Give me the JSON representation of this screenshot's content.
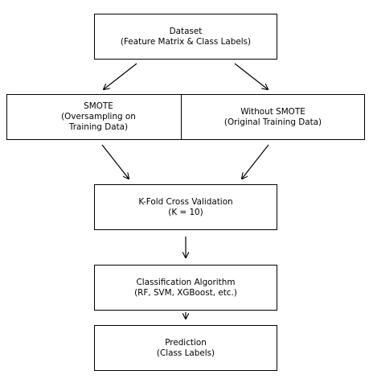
{
  "nodes": {
    "dataset": {
      "lines": [
        "Dataset",
        "(Feature Matrix & Class Labels)"
      ]
    },
    "smote": {
      "lines": [
        "SMOTE",
        "(Oversampling on",
        "Training Data)"
      ]
    },
    "without_smote": {
      "lines": [
        "Without SMOTE",
        "(Original Training Data)"
      ]
    },
    "kfold": {
      "lines": [
        "K-Fold Cross Validation",
        "(K = 10)"
      ]
    },
    "classification": {
      "lines": [
        "Classification Algorithm",
        "(RF, SVM, XGBoost, etc.)"
      ]
    },
    "prediction": {
      "lines": [
        "Prediction",
        "(Class Labels)"
      ]
    }
  },
  "edges": [
    {
      "from": "dataset",
      "to": "smote"
    },
    {
      "from": "dataset",
      "to": "without_smote"
    },
    {
      "from": "smote",
      "to": "kfold"
    },
    {
      "from": "without_smote",
      "to": "kfold"
    },
    {
      "from": "kfold",
      "to": "classification"
    },
    {
      "from": "classification",
      "to": "prediction"
    }
  ],
  "colors": {
    "stroke": "#000000",
    "fill": "#ffffff"
  }
}
